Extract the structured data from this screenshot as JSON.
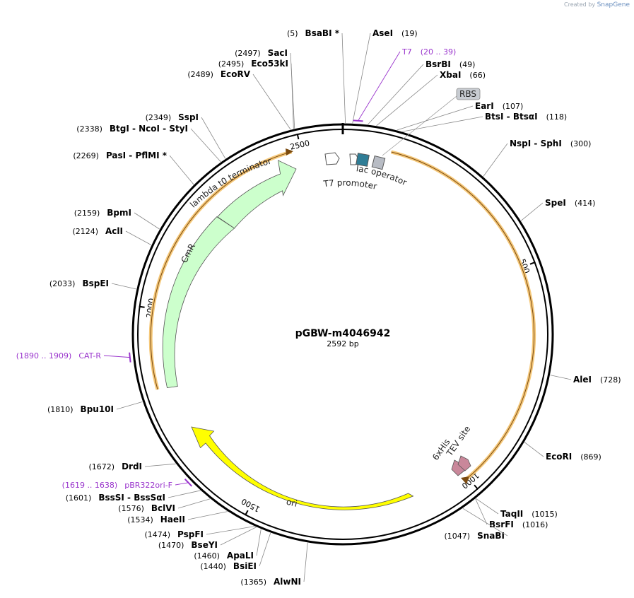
{
  "credit": {
    "prefix": "Created by",
    "brand": "SnapGene"
  },
  "plasmid": {
    "name": "pGBW-m4046942",
    "length_label": "2592 bp",
    "length": 2592
  },
  "ticks": [
    {
      "pos": 500,
      "label": "500"
    },
    {
      "pos": 1000,
      "label": "1000"
    },
    {
      "pos": 1500,
      "label": "1500"
    },
    {
      "pos": 2000,
      "label": "2000"
    },
    {
      "pos": 2500,
      "label": "2500"
    }
  ],
  "sites": [
    {
      "id": "bsabi",
      "name": "BsaBI *",
      "pos": "(5)",
      "bp": 5
    },
    {
      "id": "asei",
      "name": "AseI",
      "pos": "(19)",
      "bp": 19
    },
    {
      "id": "bsrbi",
      "name": "BsrBI",
      "pos": "(49)",
      "bp": 49
    },
    {
      "id": "xbai",
      "name": "XbaI",
      "pos": "(66)",
      "bp": 66
    },
    {
      "id": "eari",
      "name": "EarI",
      "pos": "(107)",
      "bp": 107
    },
    {
      "id": "btsi",
      "name": "BtsI  -  BtsαI",
      "pos": "(118)",
      "bp": 118
    },
    {
      "id": "nspi",
      "name": "NspI  -  SphI",
      "pos": "(300)",
      "bp": 300
    },
    {
      "id": "spei",
      "name": "SpeI",
      "pos": "(414)",
      "bp": 414
    },
    {
      "id": "alei",
      "name": "AleI",
      "pos": "(728)",
      "bp": 728
    },
    {
      "id": "ecori",
      "name": "EcoRI",
      "pos": "(869)",
      "bp": 869
    },
    {
      "id": "taqii",
      "name": "TaqII",
      "pos": "(1015)",
      "bp": 1015
    },
    {
      "id": "bsrfi",
      "name": "BsrFI",
      "pos": "(1016)",
      "bp": 1016
    },
    {
      "id": "snabi",
      "name": "SnaBI",
      "pos": "(1047)",
      "bp": 1047
    },
    {
      "id": "alwni",
      "name": "AlwNI",
      "pos": "(1365)",
      "bp": 1365
    },
    {
      "id": "bsiei",
      "name": "BsiEI",
      "pos": "(1440)",
      "bp": 1440
    },
    {
      "id": "apali",
      "name": "ApaLI",
      "pos": "(1460)",
      "bp": 1460
    },
    {
      "id": "bseyi",
      "name": "BseYI",
      "pos": "(1470)",
      "bp": 1470
    },
    {
      "id": "pspfi",
      "name": "PspFI",
      "pos": "(1474)",
      "bp": 1474
    },
    {
      "id": "haeii",
      "name": "HaeII",
      "pos": "(1534)",
      "bp": 1534
    },
    {
      "id": "bclvi",
      "name": "BclVI",
      "pos": "(1576)",
      "bp": 1576
    },
    {
      "id": "bsssi",
      "name": "BssSI  -  BssSαI",
      "pos": "(1601)",
      "bp": 1601
    },
    {
      "id": "drdi",
      "name": "DrdI",
      "pos": "(1672)",
      "bp": 1672
    },
    {
      "id": "bpu10i",
      "name": "Bpu10I",
      "pos": "(1810)",
      "bp": 1810
    },
    {
      "id": "bspei",
      "name": "BspEI",
      "pos": "(2033)",
      "bp": 2033
    },
    {
      "id": "acli",
      "name": "AclI",
      "pos": "(2124)",
      "bp": 2124
    },
    {
      "id": "bpmi",
      "name": "BpmI",
      "pos": "(2159)",
      "bp": 2159
    },
    {
      "id": "pasi",
      "name": "PasI  -  PflMI *",
      "pos": "(2269)",
      "bp": 2269
    },
    {
      "id": "btgi",
      "name": "BtgI  -  NcoI  -  StyI",
      "pos": "(2338)",
      "bp": 2338
    },
    {
      "id": "sspi",
      "name": "SspI",
      "pos": "(2349)",
      "bp": 2349
    },
    {
      "id": "ecorv",
      "name": "EcoRV",
      "pos": "(2489)",
      "bp": 2489
    },
    {
      "id": "eco53ki",
      "name": "Eco53kI",
      "pos": "(2495)",
      "bp": 2495
    },
    {
      "id": "saci",
      "name": "SacI",
      "pos": "(2497)",
      "bp": 2497
    }
  ],
  "primers": [
    {
      "id": "t7",
      "name": "T7",
      "range": "(20 .. 39)",
      "start": 20,
      "end": 39
    },
    {
      "id": "cat-r",
      "name": "CAT-R",
      "range": "(1890 .. 1909)",
      "start": 1890,
      "end": 1909
    },
    {
      "id": "pbr322ori-f",
      "name": "pBR322ori-F",
      "range": "(1619 .. 1638)",
      "start": 1619,
      "end": 1638
    }
  ],
  "features": [
    {
      "id": "lambda-t0",
      "label": "lambda t0 terminator"
    },
    {
      "id": "t7-promoter",
      "label": "T7 promoter"
    },
    {
      "id": "lac-operator",
      "label": "lac operator"
    },
    {
      "id": "rbs",
      "label": "RBS"
    },
    {
      "id": "cmr",
      "label": "CmR"
    },
    {
      "id": "ori",
      "label": "ori"
    },
    {
      "id": "6xhis",
      "label": "6xHis"
    },
    {
      "id": "tev",
      "label": "TEV site"
    }
  ],
  "colors": {
    "primer": "#9933cc",
    "cmr": "#ccffcc",
    "ori": "#ffff00",
    "orf": "#f5c87a",
    "tag": "#c9879a",
    "lac": "#2f7d96",
    "rbs": "#b8bcc4",
    "backbone": "#000000"
  }
}
